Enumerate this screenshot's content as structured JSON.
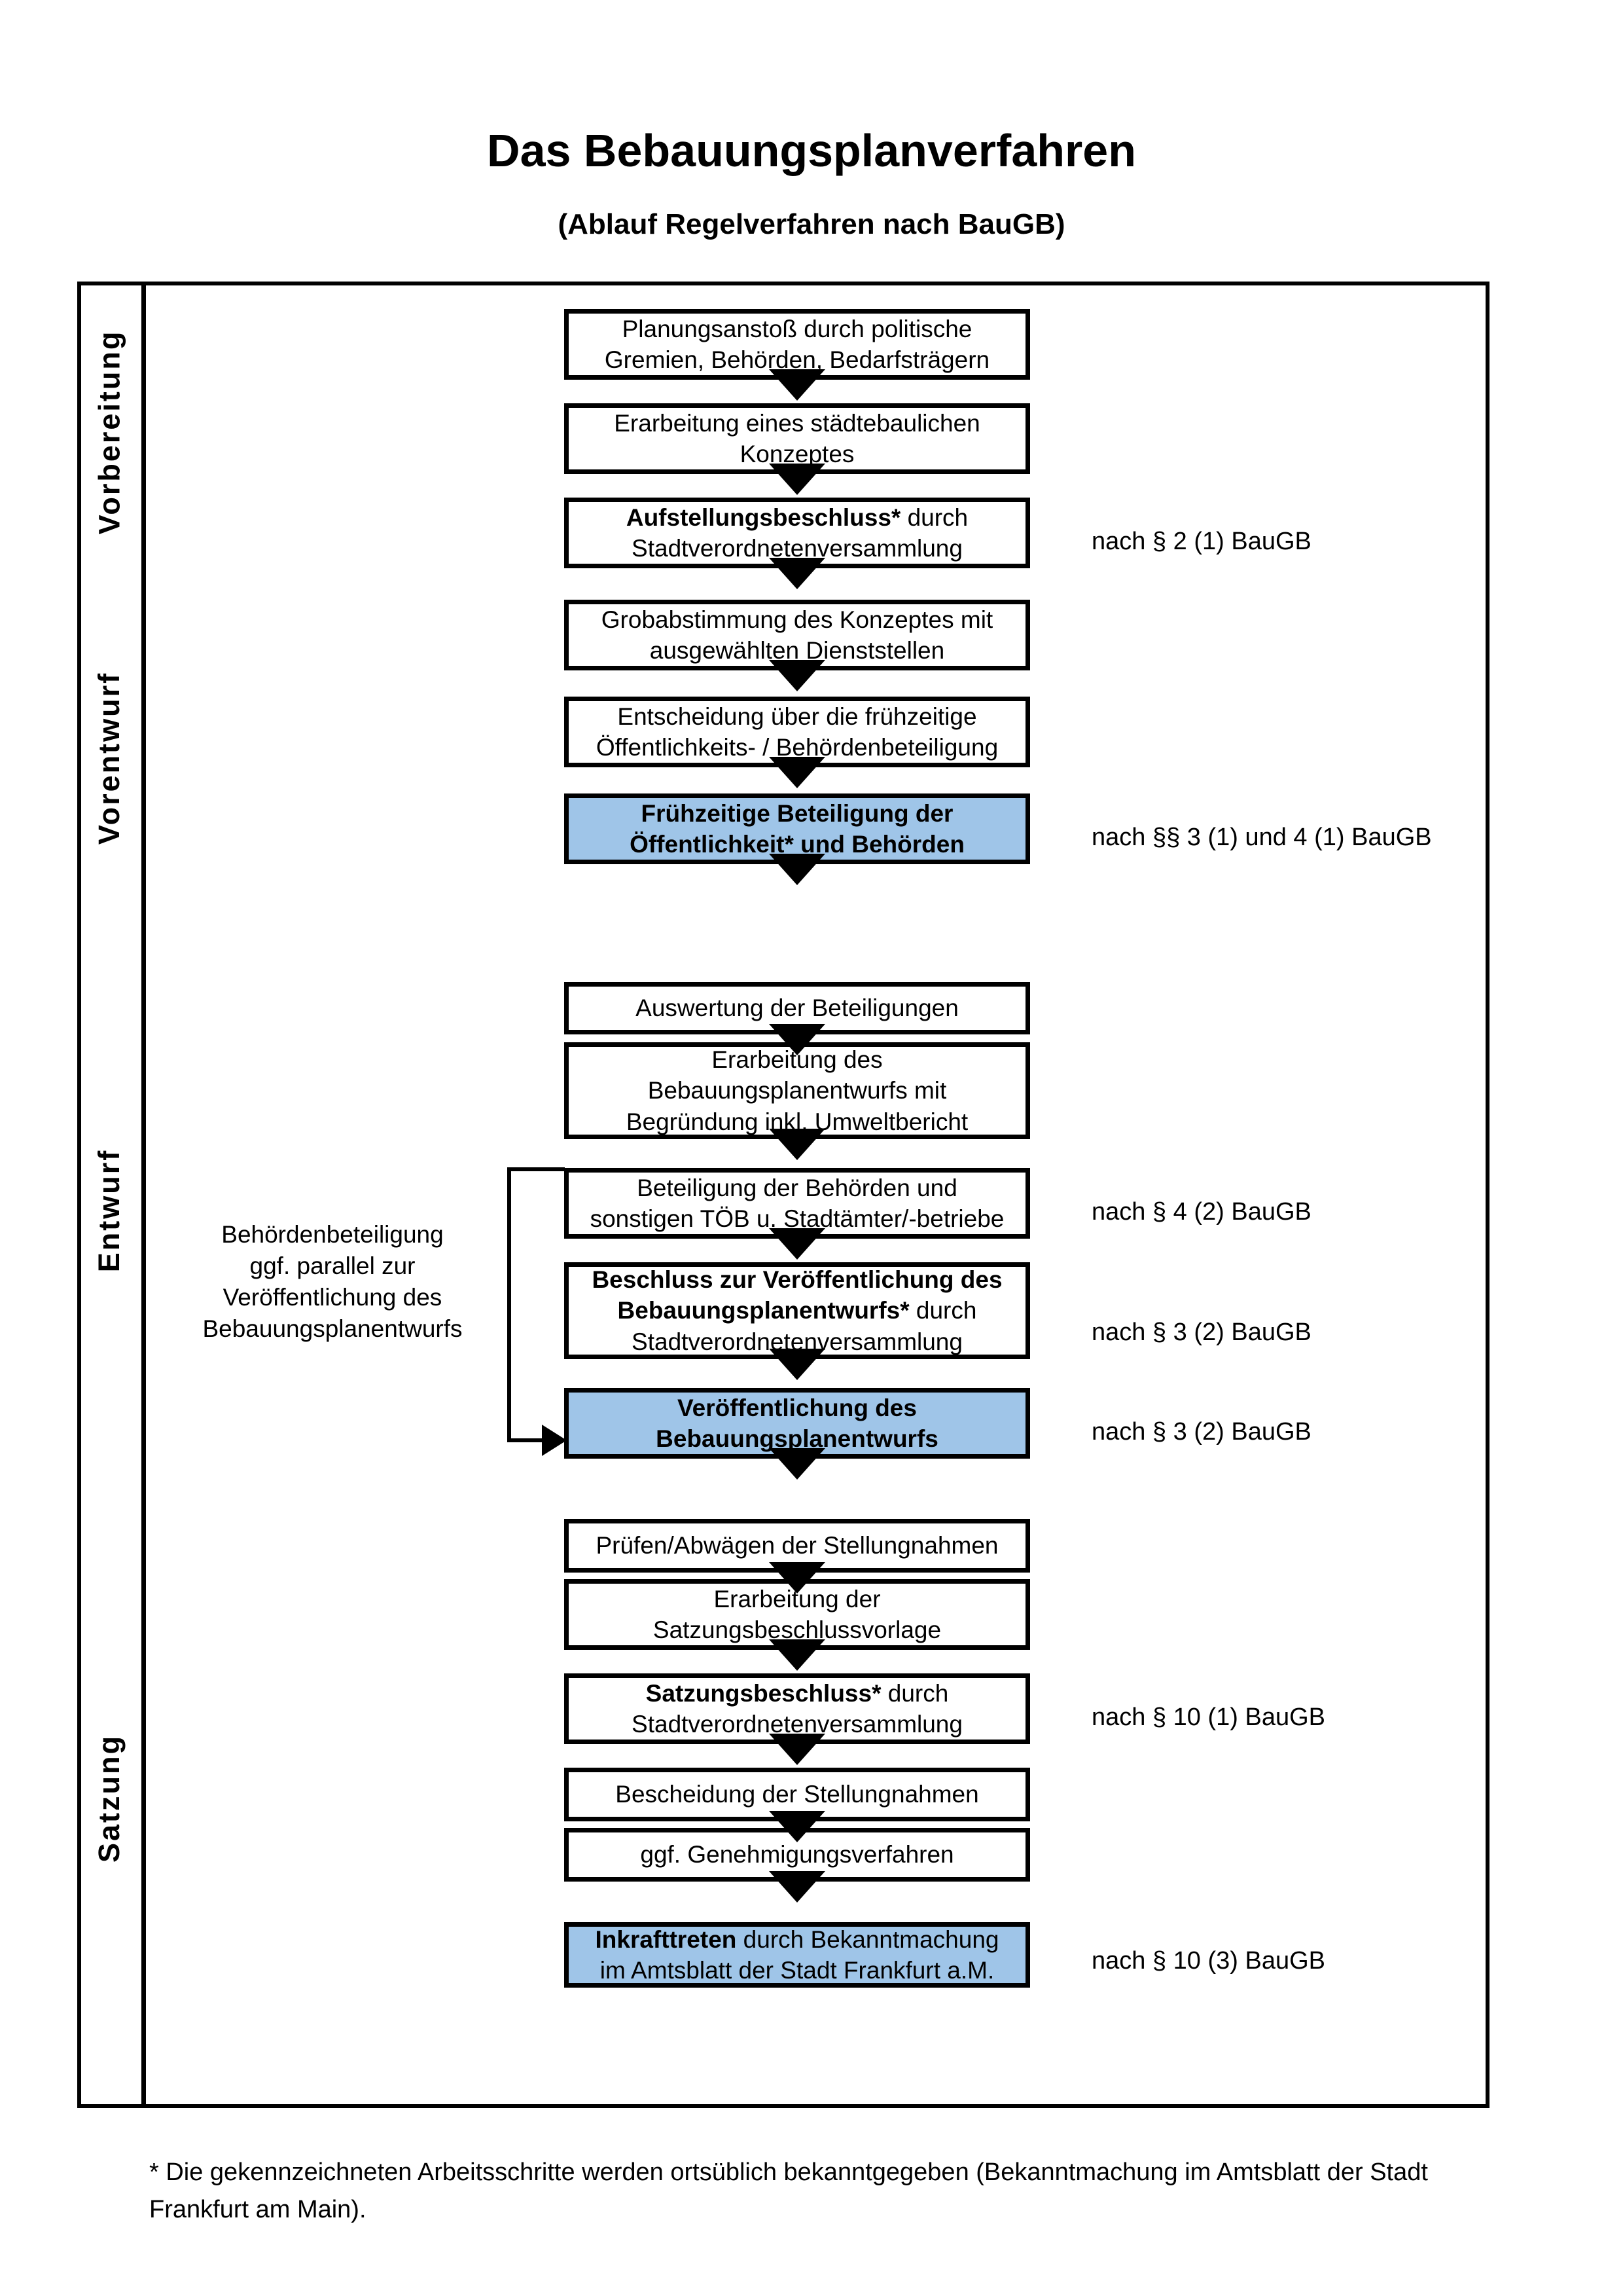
{
  "header": {
    "title": "Das Bebauungsplanverfahren",
    "subtitle": "(Ablauf Regelverfahren nach BauGB)"
  },
  "colors": {
    "highlight_box": "#9FC5E8",
    "band_vorbereitung": "#F2F2F2",
    "band_vorentwurf": "#E6E6E6",
    "band_entwurf": "#D9D9D9",
    "band_satzung": "#BFBFBF",
    "border": "#000000"
  },
  "sections": [
    {
      "key": "vorbereitung",
      "label": "Vorbereitung",
      "band_color": "#F2F2F2",
      "steps": [
        {
          "id": "planungsanstoss",
          "line1": "Planungsanstoß durch politische",
          "line2": "Gremien, Behörden, Bedarfsträgern",
          "bold_lead": "",
          "highlight": false
        },
        {
          "id": "staedtebauliches-konzept",
          "line1": "Erarbeitung eines städtebaulichen",
          "line2": "Konzeptes",
          "bold_lead": "",
          "highlight": false
        },
        {
          "id": "aufstellungsbeschluss",
          "bold_lead": "Aufstellungsbeschluss*",
          "line1": " durch",
          "line2": "Stadtverordnetenversammlung",
          "highlight": false,
          "lawref": "nach § 2 (1) BauGB"
        }
      ]
    },
    {
      "key": "vorentwurf",
      "label": "Vorentwurf",
      "band_color": "#E6E6E6",
      "steps": [
        {
          "id": "grobabstimmung",
          "line1": "Grobabstimmung des Konzeptes mit",
          "line2": "ausgewählten Dienststellen",
          "bold_lead": "",
          "highlight": false
        },
        {
          "id": "entscheidung-fruehzeitige-beteiligung",
          "line1": "Entscheidung über die frühzeitige",
          "line2": "Öffentlichkeits- / Behördenbeteiligung",
          "bold_lead": "",
          "highlight": false
        },
        {
          "id": "fruehzeitige-beteiligung",
          "line1": "Frühzeitige Beteiligung der",
          "line2": "Öffentlichkeit* und Behörden",
          "bold_lead": "",
          "bold_all": true,
          "highlight": true,
          "lawref": "nach §§ 3 (1) und 4 (1) BauGB"
        }
      ]
    },
    {
      "key": "entwurf",
      "label": "Entwurf",
      "band_color": "#D9D9D9",
      "side_note": [
        "Behördenbeteiligung",
        "ggf. parallel zur",
        "Veröffentlichung des",
        "Bebauungsplanentwurfs"
      ],
      "steps": [
        {
          "id": "auswertung-beteiligungen",
          "line1": "Auswertung der Beteiligungen",
          "line2": "",
          "bold_lead": "",
          "highlight": false
        },
        {
          "id": "erarbeitung-bebauungsplanentwurf",
          "line1": "Erarbeitung des",
          "line2": "Bebauungsplanentwurfs mit",
          "line3": "Begründung inkl. Umweltbericht",
          "bold_lead": "",
          "highlight": false
        },
        {
          "id": "beteiligung-behoerden-toeb",
          "line1": "Beteiligung der Behörden und",
          "line2": "sonstigen TÖB u. Stadtämter/-betriebe",
          "bold_lead": "",
          "highlight": false,
          "lawref": "nach § 4 (2) BauGB"
        },
        {
          "id": "beschluss-veroeffentlichung",
          "bold_lead": "Beschluss zur Veröffentlichung des Bebauungsplanentwurfs*",
          "line1": " durch",
          "line2": "Stadtverordnetenversammlung",
          "highlight": false,
          "lawref": "nach § 3 (2) BauGB"
        },
        {
          "id": "veroeffentlichung-entwurf",
          "line1": "Veröffentlichung des",
          "line2": "Bebauungsplanentwurfs",
          "bold_lead": "",
          "bold_all": true,
          "highlight": true,
          "lawref": "nach § 3 (2) BauGB"
        }
      ]
    },
    {
      "key": "satzung",
      "label": "Satzung",
      "band_color": "#BFBFBF",
      "steps": [
        {
          "id": "pruefen-abwaegen",
          "line1": "Prüfen/Abwägen der Stellungnahmen",
          "line2": "",
          "bold_lead": "",
          "highlight": false
        },
        {
          "id": "satzungsbeschlussvorlage",
          "line1": "Erarbeitung der",
          "line2": "Satzungsbeschlussvorlage",
          "bold_lead": "",
          "highlight": false
        },
        {
          "id": "satzungsbeschluss",
          "bold_lead": "Satzungsbeschluss*",
          "line1": " durch",
          "line2": "Stadtverordnetenversammlung",
          "highlight": false,
          "lawref": "nach § 10 (1) BauGB"
        },
        {
          "id": "bescheidung-stellungnahmen",
          "line1": "Bescheidung der Stellungnahmen",
          "line2": "",
          "bold_lead": "",
          "highlight": false
        },
        {
          "id": "genehmigungsverfahren",
          "line1": "ggf. Genehmigungsverfahren",
          "line2": "",
          "bold_lead": "",
          "highlight": false
        },
        {
          "id": "inkrafttreten",
          "bold_lead": "Inkrafttreten",
          "line1": " durch Bekanntmachung",
          "line2": "im Amtsblatt der Stadt Frankfurt a.M.",
          "highlight": true,
          "lawref": "nach § 10 (3) BauGB"
        }
      ]
    }
  ],
  "footnote": "* Die gekennzeichneten Arbeitsschritte werden ortsüblich bekanntgegeben (Bekanntmachung im Amtsblatt  der Stadt Frankfurt am Main)."
}
